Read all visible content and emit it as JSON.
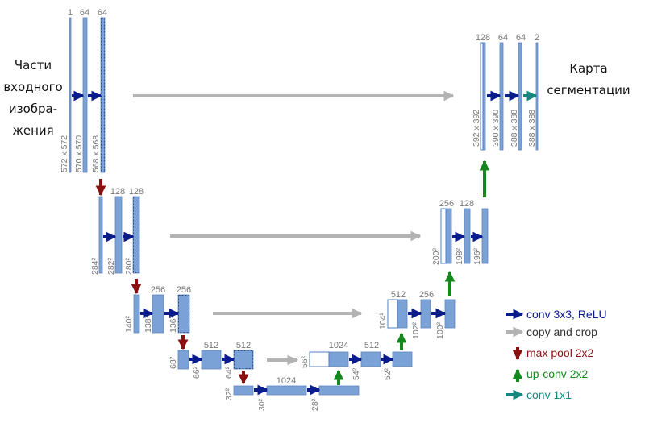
{
  "labels": {
    "input": [
      "Части",
      "входного",
      "изобра-",
      "жения"
    ],
    "output": [
      "Карта",
      "сегментации"
    ]
  },
  "colors": {
    "block": "#7ba2d6",
    "block_stroke": "#5f86bf",
    "copy_block_stroke": "#4f7fc0",
    "conv": "#0a1b8c",
    "copy": "#b3b3b3",
    "maxpool": "#8b1010",
    "upconv": "#14881c",
    "conv1x1": "#16877f",
    "text": "#777777"
  },
  "levels": {
    "l1": {
      "channels": [
        "1",
        "64",
        "64"
      ],
      "dims": [
        "572 x 572",
        "570 x 570",
        "568 x 568"
      ]
    },
    "l2": {
      "channels": [
        "128",
        "128"
      ],
      "dims": [
        "284²",
        "282²",
        "280²"
      ]
    },
    "l3": {
      "channels": [
        "256",
        "256"
      ],
      "dims": [
        "140²",
        "138²",
        "136²"
      ]
    },
    "l4": {
      "channels": [
        "512",
        "512"
      ],
      "dims": [
        "68²",
        "66²",
        "64²"
      ]
    },
    "l5": {
      "channels": [
        "1024"
      ],
      "dims": [
        "32²",
        "30²",
        "28²"
      ]
    },
    "u4": {
      "channels": [
        "1024",
        "512"
      ],
      "dims": [
        "56²",
        "54²",
        "52²"
      ]
    },
    "u3": {
      "channels": [
        "512",
        "256"
      ],
      "dims": [
        "104²",
        "102²",
        "100²"
      ]
    },
    "u2": {
      "channels": [
        "256",
        "128"
      ],
      "dims": [
        "200²",
        "198²",
        "196²"
      ]
    },
    "u1": {
      "channels": [
        "128",
        "64",
        "64",
        "2"
      ],
      "dims": [
        "392 x 392",
        "390 x 390",
        "388 x 388",
        "388 x 388"
      ]
    }
  },
  "legend": [
    {
      "label": "conv 3x3, ReLU",
      "kind": "conv"
    },
    {
      "label": "copy and crop",
      "kind": "copy"
    },
    {
      "label": "max pool 2x2",
      "kind": "maxpool"
    },
    {
      "label": "up-conv 2x2",
      "kind": "upconv"
    },
    {
      "label": "conv 1x1",
      "kind": "conv1x1"
    }
  ]
}
